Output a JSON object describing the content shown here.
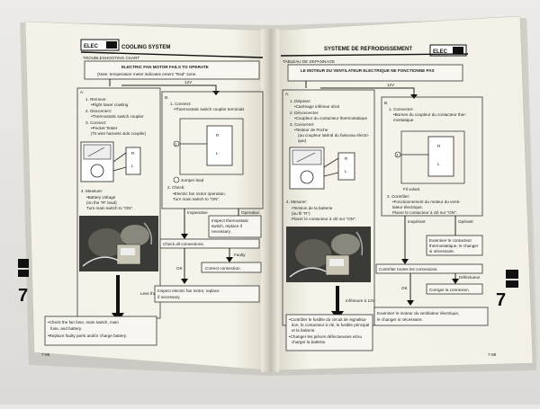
{
  "left_page": {
    "section": "ELEC",
    "header": "COOLING SYSTEM",
    "subheader": "TROUBLESHOOTING CHART",
    "title": "ELECTRIC FAN MOTOR FAILS TO OPERATE",
    "note": "(Note: temperature meter indicates enters \"Red\" zone.",
    "step_a": [
      "A.",
      "1. Remove:",
      "•Right lower cowling",
      "2. Disconnect:",
      "•Thermostatic switch coupler",
      "3. Connect:",
      "•Pocket Tester",
      "(To wire harness side coupler)"
    ],
    "voltage": "12V",
    "step_b": [
      "B.",
      "1. Connect:",
      "•Thermostatic switch coupler terminals"
    ],
    "jumper": "Jumper lead",
    "check": [
      "2. Check:",
      "•Electric fan motor operation.",
      "Turn main switch to \"ON\"."
    ],
    "measure": [
      "4. Measure:",
      "•Battery voltage",
      "(on the \"R\" lead)",
      "Turn main switch to \"ON\"."
    ],
    "inoperative": "Inoperative",
    "operative": "Operative",
    "inspect_switch": [
      "Inspect thermostatic",
      "switch, replace if",
      "necessary."
    ],
    "check_all": "Check all connections.",
    "faulty": "Faulty",
    "ok": "OK",
    "correct": "Correct connection.",
    "inspect_motor": [
      "Inspect electric fan motor, replace",
      "if necessary."
    ],
    "less_than": "Less than 12V",
    "result": [
      "•Check the fan fuse, main switch, main",
      "fuse, and battery.",
      "•Replace faulty parts and/or charge battery."
    ],
    "page_no": "7-88",
    "tab": "7"
  },
  "right_page": {
    "section": "ELEC",
    "header": "SYSTEME DE REFROIDISSEMENT",
    "subheader": "TABLEAU DE DEPANNAGE",
    "title": "LE MOTEUR DU VENTILATEUR ELECTRIQUE NE FONCTIONNE PAS",
    "voltage": "12V",
    "step_a": [
      "A.",
      "1. Déposer:",
      "•Carénage inférieur droit",
      "2. Déconnecter:",
      "•Coupleur du contacteur thermostatique",
      "3. Connecter:",
      "•Testeur de Poche",
      "(au coupleur latéral du faisceau électri-",
      "que)"
    ],
    "step_b": [
      "B.",
      "1. Connecter:",
      "•Bornes du coupleur du contacteur ther-",
      "mostatique"
    ],
    "jumper": "Fil volant",
    "check": [
      "2. Contrôler:",
      "•Fonctionnement du moteur du venti-",
      "lateur électrique.",
      "Placer le contacteur à clé sur \"ON\"."
    ],
    "measure": [
      "4. Mesurer:",
      "•Tension de la batterie",
      "(au fil \"R\")",
      "Placer le contacteur à clé sur \"ON\"."
    ],
    "inoperative": "Inopérant",
    "operative": "Opérant",
    "inspect_switch": [
      "Examiner le contacteur",
      "thermostatique, le changer",
      "si nécessaire."
    ],
    "check_all": "Contrôler toutes les connexions.",
    "faulty": "Défectueux",
    "ok": "OK",
    "correct": "Corriger la connexion.",
    "inspect_motor": [
      "Examiner le moteur du ventilateur électrique,",
      "le changer si nécessaire."
    ],
    "less_than": "Inférieure à 12V",
    "result": [
      "•Contrôler le fusible du circuit de signalisa-",
      "tion, le contacteur à clé, le fusible principal",
      "et la batterie.",
      "•Changer les pièces défectueuses et/ou",
      "charger la batterie."
    ],
    "page_no": "7-88",
    "tab": "7"
  }
}
